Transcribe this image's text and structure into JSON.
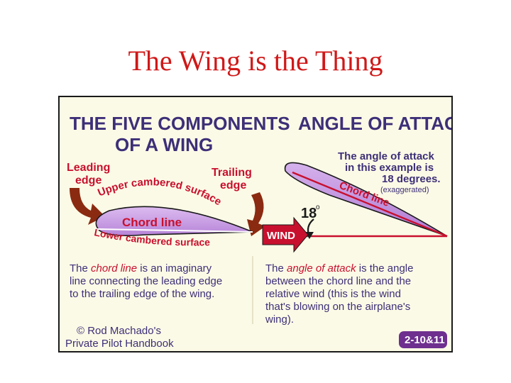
{
  "slide": {
    "title": "The Wing is the Thing"
  },
  "left_panel": {
    "heading_line1": "THE FIVE COMPONENTS",
    "heading_line2": "OF A WING",
    "leading_edge_line1": "Leading",
    "leading_edge_line2": "edge",
    "trailing_edge_line1": "Trailing",
    "trailing_edge_line2": "edge",
    "upper_surface": "Upper cambered surface",
    "chord_line": "Chord line",
    "lower_surface": "Lower cambered surface",
    "desc_prefix": "The ",
    "desc_term": "chord line",
    "desc_rest1": " is an imaginary",
    "desc_line2": "line connecting the leading edge",
    "desc_line3": "to the trailing edge of the wing."
  },
  "right_panel": {
    "heading": "ANGLE OF ATTACK",
    "example_line1": "The angle of attack",
    "example_line2": "in this example is",
    "example_line3": "18 degrees.",
    "exaggerated": "(exaggerated)",
    "chord_line": "Chord line",
    "angle_value": "18",
    "degree_mark": "o",
    "wind_label": "WIND",
    "desc_prefix": "The ",
    "desc_term": "angle of attack",
    "desc_rest1": " is the angle",
    "desc_line2": "between the chord line and the",
    "desc_line3": "relative wind (this is the wind",
    "desc_line4": "that's blowing on the airplane's",
    "desc_line5": "wing)."
  },
  "footer": {
    "credit_line1": "© Rod Machado's",
    "credit_line2": "Private Pilot Handbook",
    "figure_badge": "2-10&11"
  },
  "colors": {
    "title_red": "#d01818",
    "heading_purple": "#3d2f78",
    "label_red": "#c8102e",
    "wing_fill": "#c79be0",
    "arrow_brown": "#8a2a10",
    "badge_purple": "#6e2f8f",
    "panel_bg": "#fbfae6"
  }
}
